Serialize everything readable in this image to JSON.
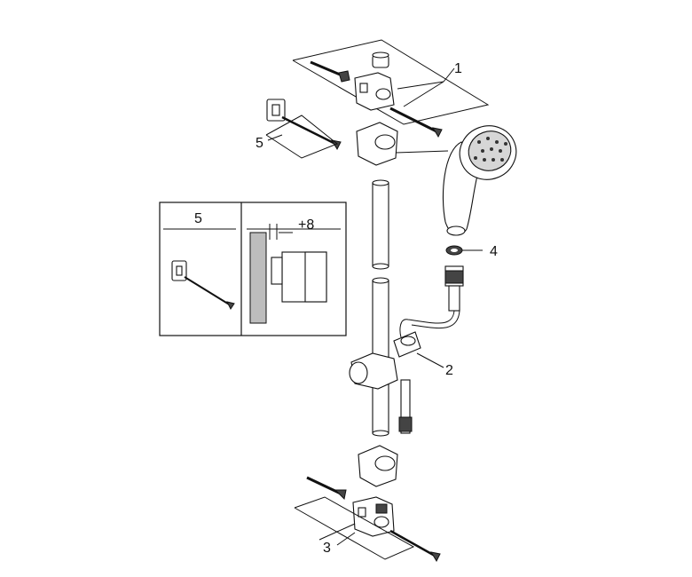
{
  "figure": {
    "callouts": {
      "c1": "1",
      "c2": "2",
      "c3": "3",
      "c4": "4",
      "c5": "5"
    },
    "inset": {
      "left_header": "5",
      "right_offset_label": "+8"
    }
  }
}
